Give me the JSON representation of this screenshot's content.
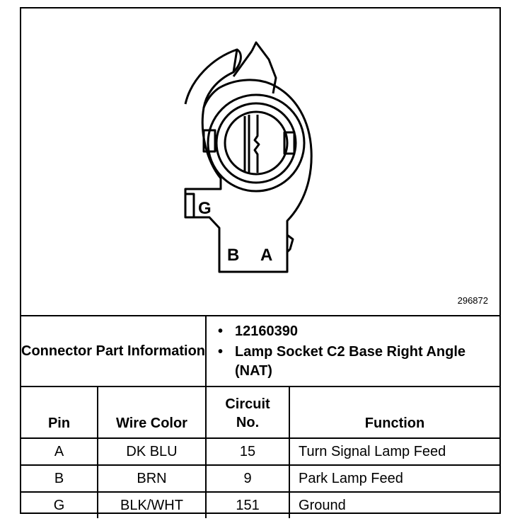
{
  "figure": {
    "code": "296872",
    "labels": {
      "g": "G",
      "b": "B",
      "a": "A"
    }
  },
  "connector": {
    "label": "Connector Part Information",
    "items": [
      "12160390",
      "Lamp Socket C2 Base Right Angle (NAT)"
    ]
  },
  "table": {
    "headers": {
      "pin": "Pin",
      "wire": "Wire Color",
      "circuit": "Circuit No.",
      "function": "Function"
    },
    "rows": [
      {
        "pin": "A",
        "wire": "DK BLU",
        "circuit": "15",
        "function": "Turn Signal Lamp Feed"
      },
      {
        "pin": "B",
        "wire": "BRN",
        "circuit": "9",
        "function": "Park Lamp Feed"
      },
      {
        "pin": "G",
        "wire": "BLK/WHT",
        "circuit": "151",
        "function": "Ground"
      }
    ]
  }
}
